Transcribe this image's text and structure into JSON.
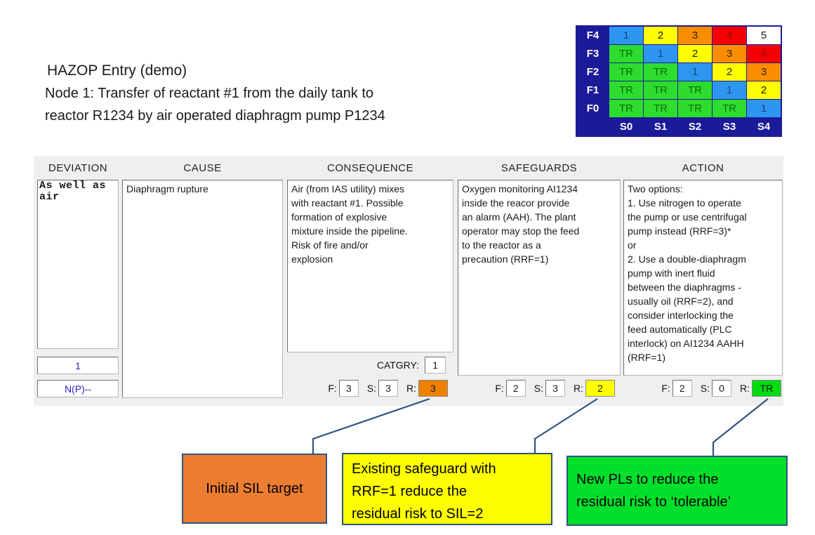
{
  "header": {
    "title": "HAZOP Entry (demo)",
    "node_line1": "Node 1: Transfer of reactant #1 from the daily tank to",
    "node_line2": "reactor R1234 by air operated diaphragm pump P1234"
  },
  "risk_matrix": {
    "palette": {
      "navy": {
        "bg": "#1b1b99",
        "fg": "#ffffff"
      },
      "blue": {
        "bg": "#2e96f0",
        "fg": "#17437e"
      },
      "green": {
        "bg": "#2edc2e",
        "fg": "#0a6e0a"
      },
      "yellow": {
        "bg": "#ffff00",
        "fg": "#1a1a1a"
      },
      "orange": {
        "bg": "#fa8c00",
        "fg": "#33220a"
      },
      "red": {
        "bg": "#f50000",
        "fg": "#8f0f0f"
      },
      "white": {
        "bg": "#ffffff",
        "fg": "#1a1a1a"
      }
    },
    "rows": [
      {
        "label": "F4",
        "cells": [
          {
            "t": "1",
            "k": "blue"
          },
          {
            "t": "2",
            "k": "yellow"
          },
          {
            "t": "3",
            "k": "orange"
          },
          {
            "t": "4",
            "k": "red"
          },
          {
            "t": "5",
            "k": "white"
          }
        ]
      },
      {
        "label": "F3",
        "cells": [
          {
            "t": "TR",
            "k": "green"
          },
          {
            "t": "1",
            "k": "blue"
          },
          {
            "t": "2",
            "k": "yellow"
          },
          {
            "t": "3",
            "k": "orange"
          },
          {
            "t": "4",
            "k": "red"
          }
        ]
      },
      {
        "label": "F2",
        "cells": [
          {
            "t": "TR",
            "k": "green"
          },
          {
            "t": "TR",
            "k": "green"
          },
          {
            "t": "1",
            "k": "blue"
          },
          {
            "t": "2",
            "k": "yellow"
          },
          {
            "t": "3",
            "k": "orange"
          }
        ]
      },
      {
        "label": "F1",
        "cells": [
          {
            "t": "TR",
            "k": "green"
          },
          {
            "t": "TR",
            "k": "green"
          },
          {
            "t": "TR",
            "k": "green"
          },
          {
            "t": "1",
            "k": "blue"
          },
          {
            "t": "2",
            "k": "yellow"
          }
        ]
      },
      {
        "label": "F0",
        "cells": [
          {
            "t": "TR",
            "k": "green"
          },
          {
            "t": "TR",
            "k": "green"
          },
          {
            "t": "TR",
            "k": "green"
          },
          {
            "t": "TR",
            "k": "green"
          },
          {
            "t": "1",
            "k": "blue"
          }
        ]
      }
    ],
    "footer": [
      "",
      "S0",
      "S1",
      "S2",
      "S3",
      "S4"
    ]
  },
  "table": {
    "columns": [
      "DEVIATION",
      "CAUSE",
      "CONSEQUENCE",
      "SAFEGUARDS",
      "ACTION"
    ],
    "labels": {
      "catgry": "CATGRY:",
      "f": "F:",
      "s": "S:",
      "r": "R:"
    },
    "deviation": {
      "text": "As well as\nair",
      "row_number": "1",
      "code": "N(P)--"
    },
    "cause": {
      "text": "Diaphragm rupture"
    },
    "consequence": {
      "text": "Air (from IAS utility) mixes\nwith reactant #1. Possible\nformation of explosive\nmixture inside the pipeline.\nRisk of fire and/or\nexplosion",
      "catgry": "1",
      "f": "3",
      "s": "3",
      "r": "3",
      "r_color": "#f08000"
    },
    "safeguards": {
      "text": "Oxygen monitoring AI1234\ninside the reacor provide\nan alarm (AAH). The plant\noperator may stop the feed\nto the reactor as a\nprecaution (RRF=1)",
      "f": "2",
      "s": "3",
      "r": "2",
      "r_color": "#ffff00"
    },
    "action": {
      "text": "Two options:\n1. Use nitrogen to operate\nthe pump or use centrifugal\npump instead (RRF=3)*\nor\n2. Use a double-diaphragm\npump with inert fluid\nbetween the diaphragms -\nusually oil (RRF=2), and\nconsider interlocking the\nfeed automatically (PLC\ninterlock) on AI1234 AAHH\n(RRF=1)",
      "f": "2",
      "s": "0",
      "r": "TR",
      "r_color": "#00dc10"
    }
  },
  "callouts": {
    "initial_sil": {
      "text": "Initial SIL target",
      "color": "#ed7d31"
    },
    "existing_safeguard": {
      "text": "Existing safeguard with\nRRF=1 reduce the\nresidual risk to SIL=2",
      "color": "#ffff00"
    },
    "new_pls": {
      "text": "New PLs to reduce the\nresidual risk to ‘tolerable’",
      "color": "#00df2b"
    }
  },
  "connector_color": "#2f5380"
}
